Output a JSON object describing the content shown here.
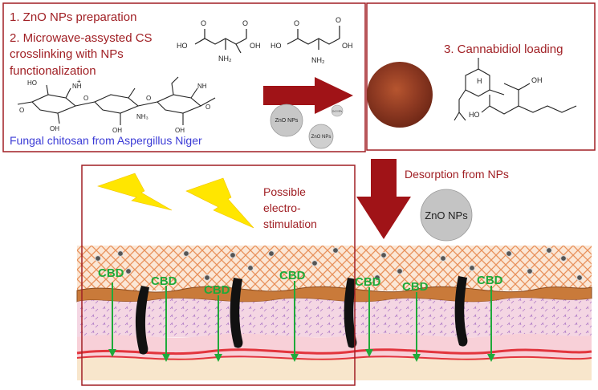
{
  "panel1": {
    "step1": "1. ZnO NPs preparation",
    "step2_line1": "2. Microwave-assysted CS",
    "step2_line2": "crosslinking with NPs",
    "step2_line3": "functionalization",
    "chitosan_caption": "Fungal chitosan from Aspergillus Niger",
    "mol_labels": {
      "ho": "HO",
      "oh": "OH",
      "nh2": "NH₂",
      "nh3": "NH₃",
      "nh": "NH",
      "plus": "+",
      "o": "O"
    }
  },
  "np_cluster": {
    "np_large": "ZnO NPs",
    "np_medium": "ZnO NPs",
    "np_small": "ZnO NPs"
  },
  "panel2": {
    "step3": "3. Cannabidiol loading",
    "mol_labels": {
      "h": "H",
      "oh": "OH",
      "ho": "HO"
    }
  },
  "desorption_label": "Desorption from NPs",
  "np_desorbed": "ZnO NPs",
  "stimulation": {
    "line1": "Possible",
    "line2": "electro-",
    "line3": "stimulation"
  },
  "cbd_label": "CBD",
  "colors": {
    "frame": "#a01f24",
    "title_text": "#a01f24",
    "caption_blue": "#3b3bd6",
    "arrow": "#a01317",
    "cbd_green": "#1faa3a",
    "lightning": "#ffe600",
    "mesh": "#e8905a",
    "skin_base": "#f8e6cc"
  }
}
